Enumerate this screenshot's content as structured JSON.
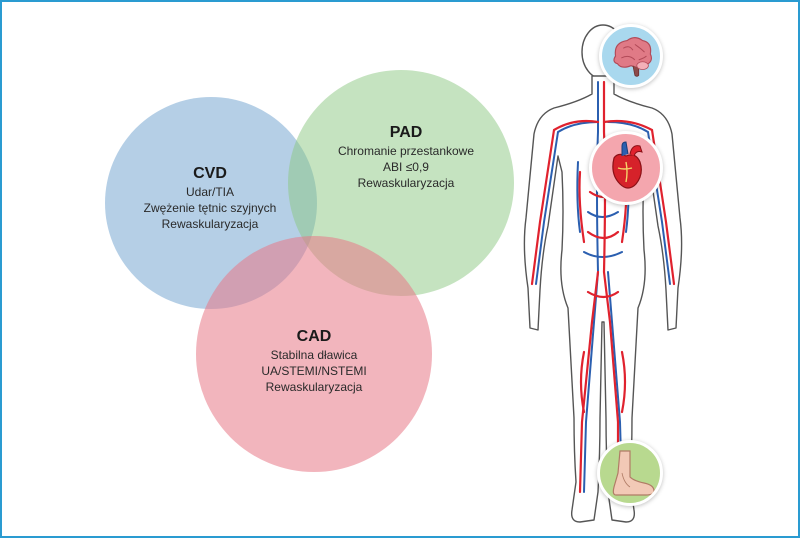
{
  "diagram": {
    "cvd": {
      "title": "CVD",
      "lines": [
        "Udar/TIA",
        "Zwężenie tętnic szyjnych",
        "Rewaskularyzacja"
      ]
    },
    "pad": {
      "title": "PAD",
      "lines": [
        "Chromanie przestankowe",
        "ABI ≤0,9",
        "Rewaskularyzacja"
      ]
    },
    "cad": {
      "title": "CAD",
      "lines": [
        "Stabilna dławica",
        "UA/STEMI/NSTEMI",
        "Rewaskularyzacja"
      ]
    }
  },
  "colors": {
    "frame": "#2a9bd1",
    "cvd": "#87b2d7",
    "pad": "#8cc882",
    "cad": "#e87887",
    "artery": "#e0222e",
    "vein": "#2b5fb0"
  },
  "icons": [
    "brain-icon",
    "heart-icon",
    "foot-icon",
    "human-body-icon"
  ]
}
